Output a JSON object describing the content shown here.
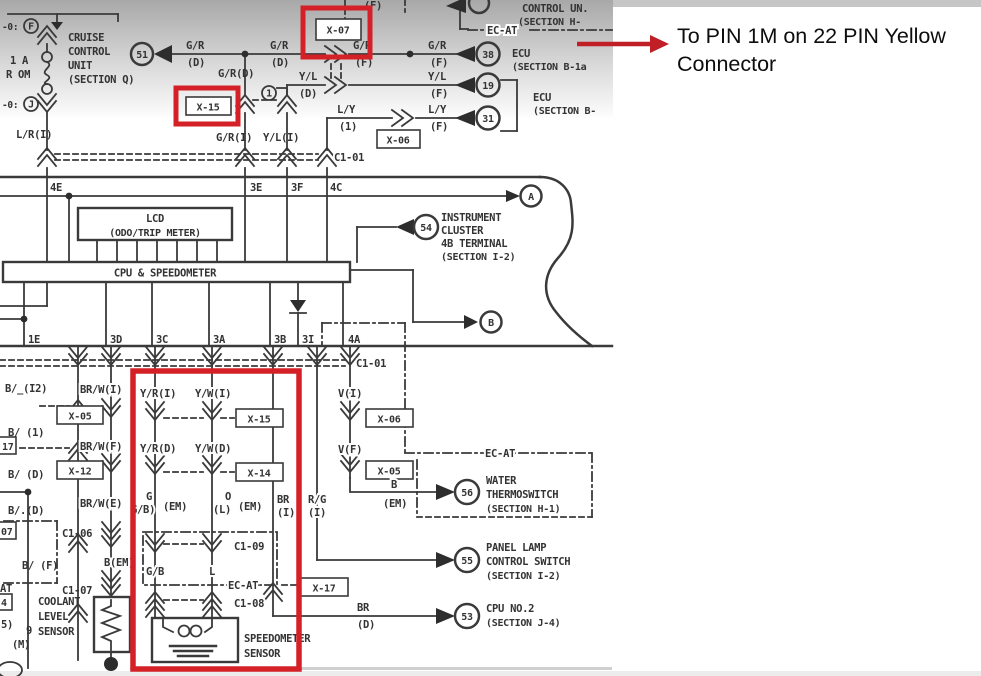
{
  "colors": {
    "red": "#d42127",
    "ink": "#3a3a3a"
  },
  "annotation": {
    "line1": "To PIN 1M on 22 PIN Yellow",
    "line2": "Connector"
  },
  "pins_top": [
    "4E",
    "3E",
    "3F",
    "4C"
  ],
  "pins_bottom": [
    "1E",
    "3D",
    "3C",
    "3A",
    "3B",
    "3I",
    "4A"
  ],
  "top": {
    "o1": "-0:",
    "f": "F",
    "fuse1": "1 A",
    "fuse2": "R OM",
    "o2": "-0:",
    "j": "J",
    "lr": "L/R(I)",
    "cruise1": "CRUISE",
    "cruise2": "CONTROL",
    "cruise3": "UNIT",
    "cruise4": "(SECTION Q)",
    "n51": "51",
    "gr1a": "G/R",
    "gr1b": "(D)",
    "gr2a": "G/R",
    "gr2b": "(D)",
    "grd": "G/R(D)",
    "gr3a": "G/R",
    "gr3b": "(F)",
    "gr4a": "G/R",
    "gr4b": "(F)",
    "n38": "38",
    "ecu1": "ECU",
    "ecu1s": "(SECTION B-1a",
    "ecat": "EC-AT",
    "fpart": "(F)",
    "ctrl": "CONTROL UN.",
    "secth": "(SECTION H-",
    "yl1a": "Y/L",
    "yl1b": "(D)",
    "yl2a": "Y/L",
    "yl2b": "(F)",
    "n19": "19",
    "ecu2": "ECU",
    "ecu2s": "(SECTION B-",
    "ly1a": "L/Y",
    "ly1b": "(1)",
    "ly2a": "L/Y",
    "ly2b": "(F)",
    "n31": "31",
    "c1": "1",
    "gri": "G/R(I)",
    "yli": "Y/L(I)",
    "c101": "C1-01"
  },
  "conn": {
    "x07": "X-07",
    "x15a": "X-15",
    "x06a": "X-06",
    "x05a": "X-05",
    "x12": "X-12",
    "x15b": "X-15",
    "x14": "X-14",
    "x06b": "X-06",
    "x05b": "X-05",
    "x17": "X-17",
    "c101b": "C1-01",
    "c106": "C1-06",
    "c107": "C1-07",
    "c108": "C1-08",
    "c109": "C1-09",
    "p17": "17",
    "p07": "07",
    "p4": "4"
  },
  "cluster": {
    "lcd1": "LCD",
    "lcd2": "(ODO/TRIP METER)",
    "cpu": "CPU & SPEEDOMETER",
    "a": "A",
    "b": "B",
    "n54": "54",
    "t1": "INSTRUMENT",
    "t2": "CLUSTER",
    "t3": "4B TERMINAL",
    "t4": "(SECTION I-2)"
  },
  "left": {
    "bi2": "B/_(I2)",
    "b1": "B/ (1)",
    "bd": "B/ (D)",
    "bd2": "B/.(D)",
    "bf": "B/ (F)",
    "at": "AT",
    "p5": "5)",
    "p9": "9",
    "pm": "(M)",
    "brwi": "BR/W(I)",
    "brwf": "BR/W(F)",
    "brwe": "BR/W(E)",
    "bem": "B(EM)",
    "cool1": "COOLANT",
    "cool2": "LEVEL",
    "cool3": "SENSOR"
  },
  "mid": {
    "yri": "Y/R(I)",
    "ywi": "Y/W(I)",
    "yrd": "Y/R(D)",
    "ywd": "Y/W(D)",
    "g": "G",
    "gb": "G/B)",
    "em1": "(EM)",
    "o": "O",
    "lp": "(L)",
    "em2": "(EM)",
    "gb2": "G/B",
    "l2": "L",
    "ecat": "EC-AT",
    "sp1": "SPEEDOMETER",
    "sp2": "SENSOR",
    "bra": "BR",
    "brb": "(I)",
    "rga": "R/G",
    "rgb": "(I)",
    "vi": "V(I)",
    "vf": "V(F)",
    "b2": "B",
    "em3": "(EM)",
    "brda": "BR",
    "brdb": "(D)"
  },
  "right": {
    "ecat": "EC-AT",
    "n56": "56",
    "w1": "WATER",
    "w2": "THERMOSWITCH",
    "w3": "(SECTION H-1)",
    "n55": "55",
    "pl1": "PANEL LAMP",
    "pl2": "CONTROL SWITCH",
    "pl3": "(SECTION I-2)",
    "n53": "53",
    "cp1": "CPU NO.2",
    "cp2": "(SECTION J-4)"
  }
}
